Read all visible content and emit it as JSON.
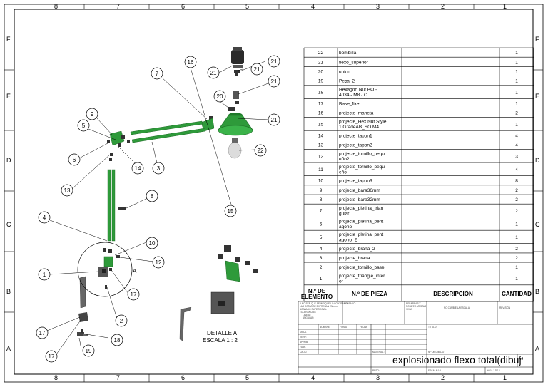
{
  "sheet": {
    "zones_top": [
      "8",
      "7",
      "6",
      "5",
      "4",
      "3",
      "2",
      "1"
    ],
    "zones_bottom": [
      "8",
      "7",
      "6",
      "5",
      "4",
      "3",
      "2",
      "1"
    ],
    "zones_left": [
      "F",
      "E",
      "D",
      "C",
      "B",
      "A"
    ],
    "zones_right": [
      "F",
      "E",
      "D",
      "C",
      "B",
      "A"
    ]
  },
  "bom": {
    "headers": {
      "element": "N.º DE ELEMENTO",
      "element_l1": "N.º DE",
      "element_l2": "ELEMENTO",
      "part": "N.º DE PIEZA",
      "description": "DESCRIPCIÓN",
      "qty": "CANTIDAD"
    },
    "rows": [
      {
        "n": "22",
        "part": "bombilla",
        "part2": "",
        "qty": "1"
      },
      {
        "n": "21",
        "part": "flexo_superior",
        "part2": "",
        "qty": "1"
      },
      {
        "n": "20",
        "part": "union",
        "part2": "",
        "qty": "1"
      },
      {
        "n": "19",
        "part": "Peça_2",
        "part2": "",
        "qty": "1"
      },
      {
        "n": "18",
        "part": "Hexagon Nut BO -",
        "part2": "4034 - M8 - C",
        "qty": "1"
      },
      {
        "n": "17",
        "part": "Base_fixe",
        "part2": "",
        "qty": "1"
      },
      {
        "n": "16",
        "part": "projecte_maneta",
        "part2": "",
        "qty": "2"
      },
      {
        "n": "15",
        "part": "projecte_Hex Nut Style",
        "part2": "1 GradeAB_SO M4",
        "qty": "1"
      },
      {
        "n": "14",
        "part": "projecte_tapon1",
        "part2": "",
        "qty": "4"
      },
      {
        "n": "13",
        "part": "projecte_tapon2",
        "part2": "",
        "qty": "4"
      },
      {
        "n": "12",
        "part": "projecte_tornillo_pequ",
        "part2": "eño2",
        "qty": "3"
      },
      {
        "n": "11",
        "part": "projecte_tornillo_pequ",
        "part2": "eño",
        "qty": "4"
      },
      {
        "n": "10",
        "part": "projecte_tapon3",
        "part2": "",
        "qty": "8"
      },
      {
        "n": "9",
        "part": "projecte_bara36mm",
        "part2": "",
        "qty": "2"
      },
      {
        "n": "8",
        "part": "projecte_bara32mm",
        "part2": "",
        "qty": "2"
      },
      {
        "n": "7",
        "part": "projecte_pletina_trian",
        "part2": "gular",
        "qty": "2"
      },
      {
        "n": "6",
        "part": "projecte_pletina_pent",
        "part2": "agono",
        "qty": "1"
      },
      {
        "n": "5",
        "part": "projecte_pletina_pent",
        "part2": "agono_2",
        "qty": "1"
      },
      {
        "n": "4",
        "part": "projecte_brana_2",
        "part2": "",
        "qty": "2"
      },
      {
        "n": "3",
        "part": "projecte_brana",
        "part2": "",
        "qty": "2"
      },
      {
        "n": "2",
        "part": "projecte_tornillo_base",
        "part2": "",
        "qty": "1"
      },
      {
        "n": "1",
        "part": "projecte_triangle_infer",
        "part2": "or",
        "qty": "1"
      }
    ]
  },
  "balloons": [
    "21",
    "21",
    "21",
    "16",
    "7",
    "21",
    "20",
    "21",
    "22",
    "9",
    "5",
    "6",
    "14",
    "3",
    "13",
    "8",
    "15",
    "4",
    "10",
    "12",
    "1",
    "17",
    "2",
    "17",
    "18",
    "17",
    "19"
  ],
  "detail_label": {
    "line1": "DETALLE A",
    "line2": "ESCALA 1 : 2",
    "letter": "A"
  },
  "title_block": {
    "notes": [
      "A NO SER QUE SE INDIQUE LO CONTRARIO:",
      "LAS COTAS SE EXPRESAN EN mm",
      "ACABADO SUPERFICIAL:",
      "TOLERANCIAS:",
      "LINEAL:",
      "ANGULAR:"
    ],
    "acabado": "ACABADO:",
    "rebabas": [
      "REBARBAR Y",
      "ROMPER ARISTAS",
      "VIVAS"
    ],
    "no_cambie": "NO CAMBIE LA ESCALA",
    "revision": "REVISIÓN",
    "nombre": "NOMBRE",
    "firma": "FIRMA",
    "fecha": "FECHA",
    "titulo": "TÍTULO:",
    "roles": [
      "DIBUJ.",
      "VERIF.",
      "APROB.",
      "FABR.",
      "CALID."
    ],
    "material": "MATERIAL:",
    "n_dibujo": "N.º DE DIBUJO",
    "peso": "PESO:",
    "escala": "ESCALA:1:5",
    "hoja": "HOJA 1 DE 1",
    "drawing_title": "explosionado flexo total(dibuj",
    "size": "A4"
  },
  "colors": {
    "part_green": "#2e9a3a",
    "line": "#000000"
  }
}
